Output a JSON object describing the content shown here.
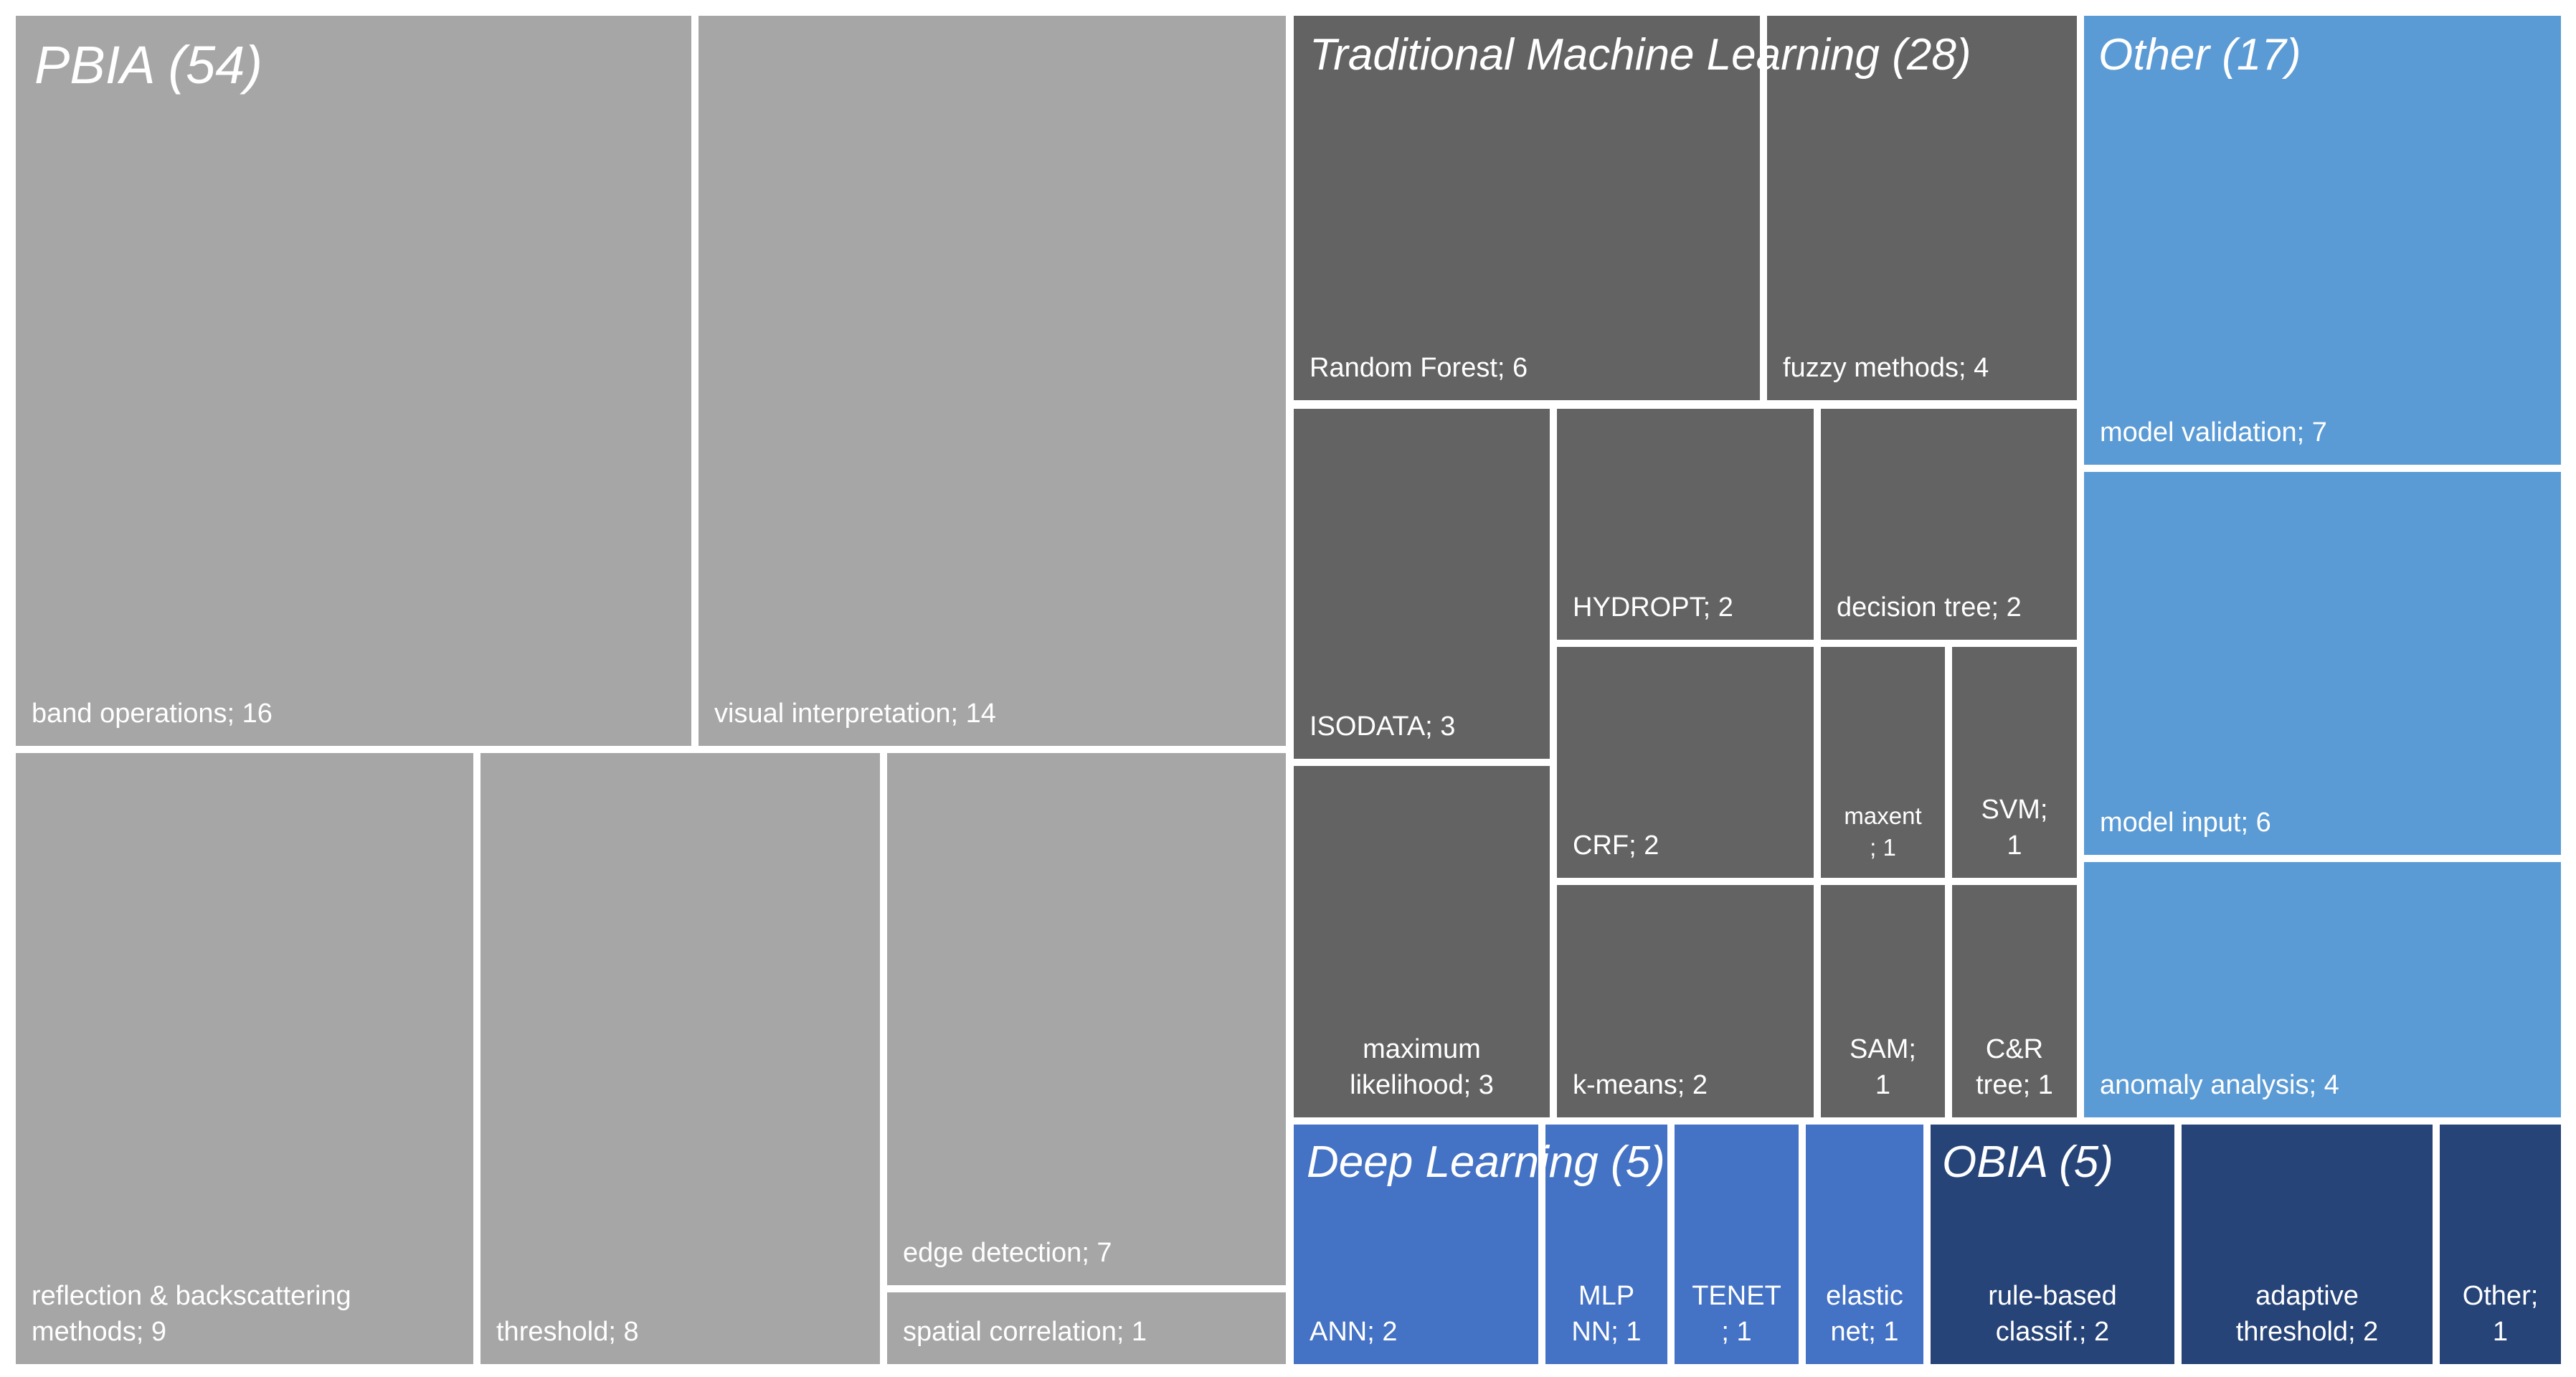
{
  "chart_data": {
    "type": "treemap",
    "groups": [
      {
        "title": "PBIA (54)",
        "color": "#a6a6a6",
        "items": [
          {
            "name": "band operations",
            "value": 16,
            "label": "band operations; 16"
          },
          {
            "name": "visual interpretation",
            "value": 14,
            "label": "visual interpretation; 14"
          },
          {
            "name": "reflection & backscattering methods",
            "value": 9,
            "label": "reflection & backscattering\nmethods; 9"
          },
          {
            "name": "threshold",
            "value": 8,
            "label": "threshold; 8"
          },
          {
            "name": "edge detection",
            "value": 7,
            "label": "edge detection; 7"
          },
          {
            "name": "spatial correlation",
            "value": 1,
            "label": "spatial correlation; 1"
          }
        ]
      },
      {
        "title": "Traditional Machine Learning (28)",
        "color": "#636363",
        "items": [
          {
            "name": "Random Forest",
            "value": 6,
            "label": "Random Forest; 6"
          },
          {
            "name": "fuzzy methods",
            "value": 4,
            "label": "fuzzy methods; 4"
          },
          {
            "name": "ISODATA",
            "value": 3,
            "label": "ISODATA; 3"
          },
          {
            "name": "maximum likelihood",
            "value": 3,
            "label": "maximum\nlikelihood; 3"
          },
          {
            "name": "HYDROPT",
            "value": 2,
            "label": "HYDROPT; 2"
          },
          {
            "name": "decision tree",
            "value": 2,
            "label": "decision tree; 2"
          },
          {
            "name": "CRF",
            "value": 2,
            "label": "CRF; 2"
          },
          {
            "name": "k-means",
            "value": 2,
            "label": "k-means; 2"
          },
          {
            "name": "maxent",
            "value": 1,
            "label": "maxent\n; 1"
          },
          {
            "name": "SVM",
            "value": 1,
            "label": "SVM;\n1"
          },
          {
            "name": "SAM",
            "value": 1,
            "label": "SAM;\n1"
          },
          {
            "name": "C&R tree",
            "value": 1,
            "label": "C&R\ntree; 1"
          }
        ]
      },
      {
        "title": "Other (17)",
        "color": "#5b9bd5",
        "items": [
          {
            "name": "model validation",
            "value": 7,
            "label": "model validation; 7"
          },
          {
            "name": "model input",
            "value": 6,
            "label": "model input; 6"
          },
          {
            "name": "anomaly analysis",
            "value": 4,
            "label": "anomaly analysis; 4"
          }
        ]
      },
      {
        "title": "Deep Learning (5)",
        "color": "#4472c4",
        "items": [
          {
            "name": "ANN",
            "value": 2,
            "label": "ANN; 2"
          },
          {
            "name": "MLP NN",
            "value": 1,
            "label": "MLP\nNN; 1"
          },
          {
            "name": "TENET",
            "value": 1,
            "label": "TENET\n; 1"
          },
          {
            "name": "elastic net",
            "value": 1,
            "label": "elastic\nnet; 1"
          }
        ]
      },
      {
        "title": "OBIA (5)",
        "color": "#264478",
        "items": [
          {
            "name": "rule-based classif.",
            "value": 2,
            "label": "rule-based\nclassif.; 2"
          },
          {
            "name": "adaptive threshold",
            "value": 2,
            "label": "adaptive\nthreshold; 2"
          },
          {
            "name": "Other",
            "value": 1,
            "label": "Other;\n1"
          }
        ]
      }
    ]
  }
}
